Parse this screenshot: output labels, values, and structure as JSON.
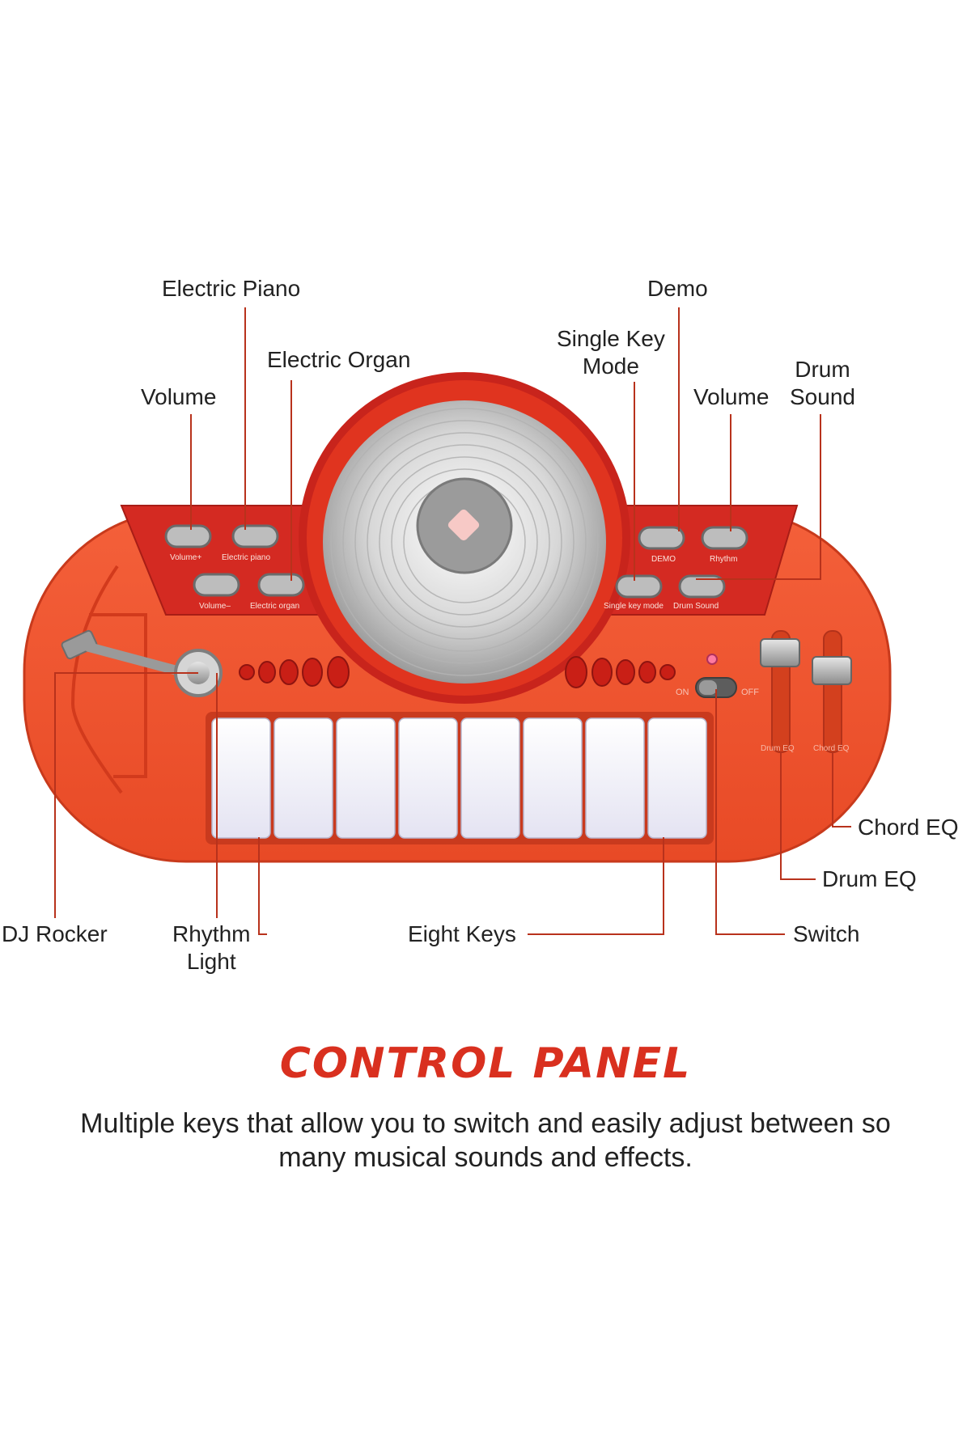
{
  "callouts": {
    "electric_piano": "Electric Piano",
    "demo": "Demo",
    "single_key_mode_line1": "Single Key",
    "single_key_mode_line2": "Mode",
    "electric_organ": "Electric Organ",
    "volume_left": "Volume",
    "volume_right": "Volume",
    "drum_sound_line1": "Drum",
    "drum_sound_line2": "Sound",
    "dj_rocker": "DJ Rocker",
    "rhythm_light_line1": "Rhythm",
    "rhythm_light_line2": "Light",
    "eight_keys": "Eight Keys",
    "switch": "Switch",
    "drum_eq": "Drum EQ",
    "chord_eq": "Chord EQ"
  },
  "panel_labels": {
    "volume_plus": "Volume+",
    "electric_piano": "Electric piano",
    "volume_minus": "Volume–",
    "electric_organ": "Electric organ",
    "demo": "DEMO",
    "rhythm": "Rhythm",
    "single_key_mode": "Single key mode",
    "drum_sound": "Drum Sound",
    "drum_eq": "Drum EQ",
    "chord_eq": "Chord EQ",
    "on": "ON",
    "off": "OFF"
  },
  "heading": "CONTROL PANEL",
  "description_line1": "Multiple keys that allow you to switch and easily adjust between so",
  "description_line2": "many musical sounds and effects.",
  "colors": {
    "body": "#f0542f",
    "panel": "#d42a22",
    "leader_line": "#b8321c",
    "heading": "#d9301f",
    "key": "#f3f2fb"
  },
  "keys_count": 8
}
